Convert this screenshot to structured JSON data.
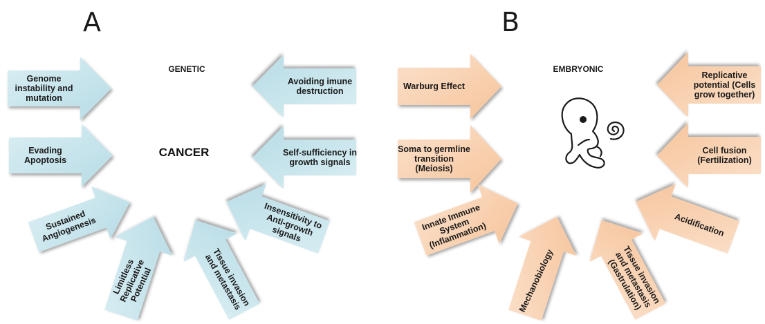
{
  "colors": {
    "panel_a_fill": "#b8dce6",
    "panel_a_fill_light": "#d9eef3",
    "panel_b_fill": "#f6c49b",
    "panel_b_fill_light": "#fbe1cb",
    "text": "#1a1a1a"
  },
  "panel_a": {
    "letter": "A",
    "heading": "GENETIC",
    "center": "CANCER",
    "arrows": [
      {
        "lines": [
          "Genome",
          "instability and",
          "mutation"
        ]
      },
      {
        "lines": [
          "Evading",
          "Apoptosis"
        ]
      },
      {
        "lines": [
          "Sustained",
          "Angiogenesis"
        ]
      },
      {
        "lines": [
          "Limitless",
          "Replicative",
          "Potential"
        ]
      },
      {
        "lines": [
          "Tissue invasion",
          "and metastasis"
        ]
      },
      {
        "lines": [
          "Insensitivity to",
          "Anti-growth",
          "signals"
        ]
      },
      {
        "lines": [
          "Self-sufficiency in",
          "growth signals"
        ]
      },
      {
        "lines": [
          "Avoiding imune",
          "destruction"
        ]
      }
    ]
  },
  "panel_b": {
    "letter": "B",
    "heading": "EMBRYONIC",
    "center_icon": "embryo-icon",
    "arrows": [
      {
        "lines": [
          "Warburg Effect"
        ]
      },
      {
        "lines": [
          "Soma to germline",
          "transition",
          "(Meiosis)"
        ]
      },
      {
        "lines": [
          "Innate Immune",
          "System",
          "(Inflammation)"
        ]
      },
      {
        "lines": [
          "Mechanobiology"
        ]
      },
      {
        "lines": [
          "Tissue invasion",
          "and metastasis",
          "(Gastrulation)"
        ]
      },
      {
        "lines": [
          "Acidification"
        ]
      },
      {
        "lines": [
          "Cell fusion",
          "(Fertilization)"
        ]
      },
      {
        "lines": [
          "Replicative",
          "potential (Cells",
          "grow together)"
        ]
      }
    ]
  }
}
